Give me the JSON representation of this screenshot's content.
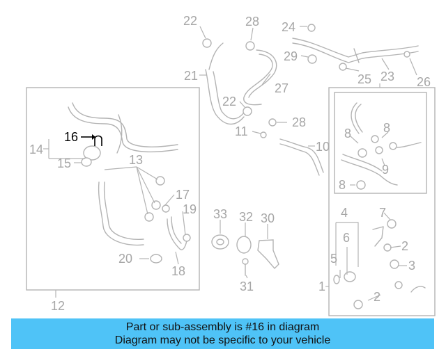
{
  "diagram": {
    "callouts": {
      "c1": "1",
      "c2a": "2",
      "c2b": "2",
      "c3": "3",
      "c4": "4",
      "c5": "5",
      "c6": "6",
      "c7": "7",
      "c8a": "8",
      "c8b": "8",
      "c8c": "8",
      "c9": "9",
      "c10": "10",
      "c11": "11",
      "c12": "12",
      "c13": "13",
      "c14": "14",
      "c15": "15",
      "c16": "16",
      "c17": "17",
      "c18": "18",
      "c19": "19",
      "c20": "20",
      "c21": "21",
      "c22a": "22",
      "c22b": "22",
      "c23": "23",
      "c24": "24",
      "c25": "25",
      "c26": "26",
      "c27": "27",
      "c28a": "28",
      "c28b": "28",
      "c29": "29",
      "c30": "30",
      "c31": "31",
      "c32": "32",
      "c33": "33"
    },
    "highlight_color": "#000000",
    "callout_color": "#a6a6a6"
  },
  "banner": {
    "line1": "Part or sub-assembly is #16 in diagram",
    "line2": "Diagram may not be specific to your vehicle",
    "color": "#4fc3f7"
  }
}
